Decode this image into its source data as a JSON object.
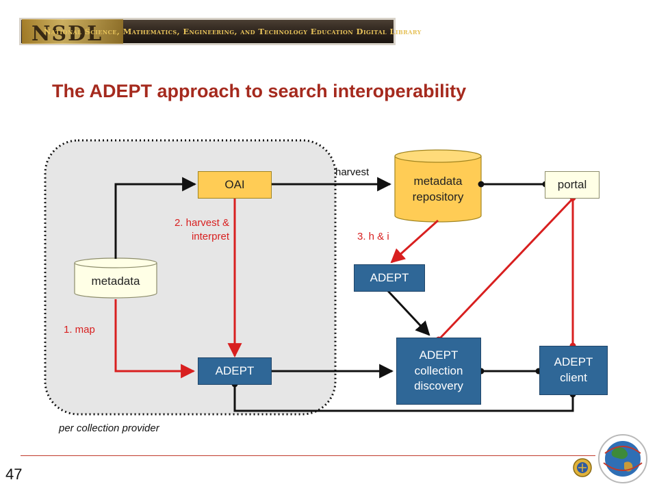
{
  "header": {
    "banner_text": "National Science, Mathematics, Engineering, and Technology Education Digital Library",
    "logo_text": "NSDL"
  },
  "title": "The ADEPT approach to search interoperability",
  "diagram": {
    "provider_region_label": "per collection provider",
    "nodes": {
      "oai": "OAI",
      "metadata_source": "metadata",
      "adept_provider": "ADEPT",
      "metadata_repository": "metadata repository",
      "portal": "portal",
      "adept_hi": "ADEPT",
      "adept_collection_discovery": "ADEPT collection discovery",
      "adept_client": "ADEPT client"
    },
    "edge_labels": {
      "harvest": "harvest",
      "step1": "1. map",
      "step2": "2. harvest & interpret",
      "step3": "3. h & i"
    },
    "colors": {
      "red_edges": "#d81f1f",
      "black_edges": "#111111",
      "orange_nodes": "#ffcc55",
      "blue_nodes": "#2f6797"
    }
  },
  "footer": {
    "page_number": "47"
  }
}
